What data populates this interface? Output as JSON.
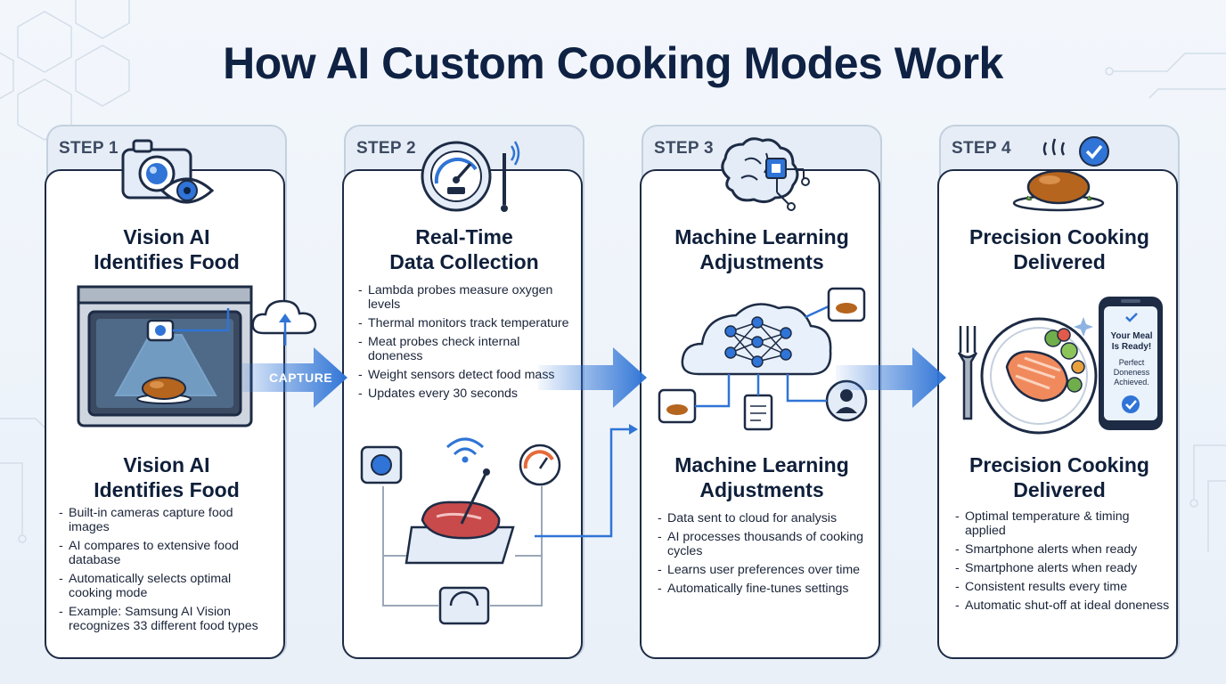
{
  "title": "How AI Custom Cooking Modes Work",
  "capture_label": "CAPTURE",
  "steps": [
    {
      "label": "STEP 1",
      "heading": [
        "Vision AI",
        "Identifies Food"
      ],
      "subheading": [
        "Vision AI",
        "Identifies Food"
      ],
      "bullets": [
        "Built-in cameras capture food images",
        "AI compares to extensive food database",
        "Automatically selects optimal cooking mode",
        "Example: Samsung AI Vision recognizes 33 different food types"
      ]
    },
    {
      "label": "STEP 2",
      "heading": [
        "Real-Time",
        "Data Collection"
      ],
      "bullets": [
        "Lambda probes measure oxygen levels",
        "Thermal monitors track temperature",
        "Meat probes check internal doneness",
        "Weight sensors detect food mass",
        "Updates every 30 seconds"
      ]
    },
    {
      "label": "STEP 3",
      "heading": [
        "Machine Learning",
        "Adjustments"
      ],
      "subheading": [
        "Machine Learning",
        "Adjustments"
      ],
      "bullets": [
        "Data sent to cloud for analysis",
        "AI processes thousands of cooking cycles",
        "Learns user preferences over time",
        "Automatically fine-tunes settings"
      ]
    },
    {
      "label": "STEP 4",
      "heading": [
        "Precision Cooking",
        "Delivered"
      ],
      "subheading": [
        "Precision Cooking",
        "Delivered"
      ],
      "bullets": [
        "Optimal temperature & timing applied",
        "Smartphone alerts when ready",
        "Smartphone alerts when ready",
        "Consistent results every time",
        "Automatic shut-off at ideal doneness"
      ],
      "phone": {
        "line1": "Your Meal",
        "line2": "Is Ready!",
        "line3": "Perfect",
        "line4": "Doneness",
        "line5": "Achieved."
      }
    }
  ],
  "colors": {
    "accent": "#2f74d6",
    "navy": "#0f2244",
    "card_border": "#1d2b45",
    "light_blue": "#dbe9f8"
  }
}
